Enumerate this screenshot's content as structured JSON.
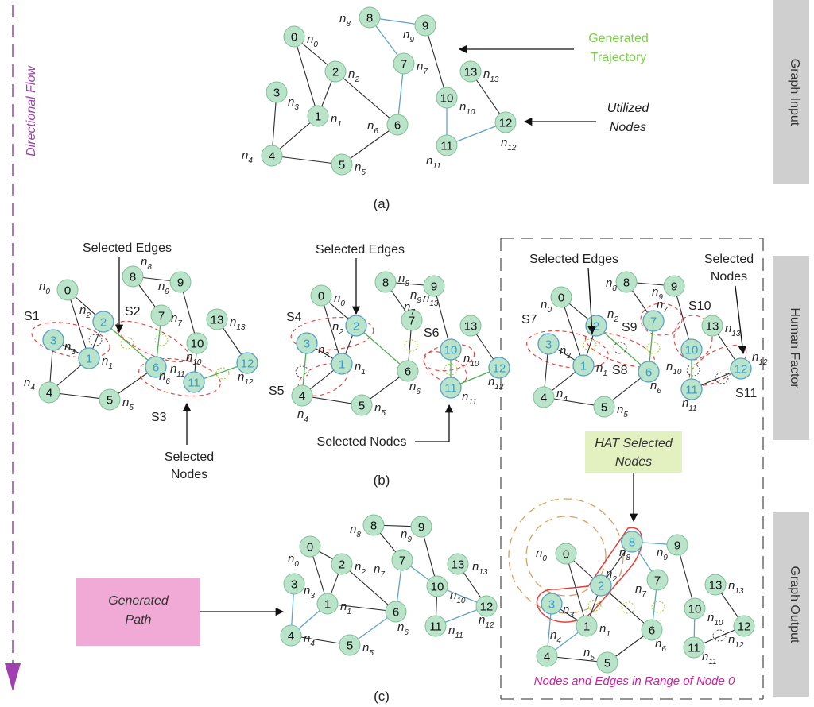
{
  "flow": {
    "label": "Directional Flow"
  },
  "side_labels": {
    "input": "Graph Input",
    "human": "Human Factor",
    "output": "Graph Output"
  },
  "captions": {
    "a": "(a)",
    "b": "(b)",
    "c": "(c)"
  },
  "panel_a": {
    "generated_trajectory_1": "Generated",
    "generated_trajectory_2": "Trajectory",
    "utilized_nodes_1": "Utilized",
    "utilized_nodes_2": "Nodes"
  },
  "panel_b": {
    "selected_edges": "Selected Edges",
    "selected_nodes_1": "Selected",
    "selected_nodes_2": "Nodes",
    "selected_nodes_inline": "Selected Nodes",
    "sets_left": [
      "S1",
      "S2",
      "S3"
    ],
    "sets_mid": [
      "S4",
      "S5",
      "S6"
    ],
    "sets_right": [
      "S7",
      "S8",
      "S9",
      "S10",
      "S11"
    ]
  },
  "panel_c": {
    "generated_path_1": "Generated",
    "generated_path_2": "Path",
    "hat_1": "HAT Selected",
    "hat_2": "Nodes",
    "range_note": "Nodes and Edges in Range of Node 0"
  },
  "colors": {
    "node_fill": "#b9e4c9",
    "trajectory_edge": "#5fa4c8",
    "selected_edge": "#4caf50",
    "selection_ellipse": "#e0403a",
    "flow": "#a040b0",
    "generated_label": "#7ccf4a",
    "hat_box": "#e3f0c0",
    "path_box": "#f1a9d6",
    "range_note": "#d020a0",
    "range_circle": "#d8a060",
    "side_box": "#cfcfcf"
  },
  "graph": {
    "nodes": [
      {
        "id": "0",
        "label": "n0"
      },
      {
        "id": "1",
        "label": "n1"
      },
      {
        "id": "2",
        "label": "n2"
      },
      {
        "id": "3",
        "label": "n3"
      },
      {
        "id": "4",
        "label": "n4"
      },
      {
        "id": "5",
        "label": "n5"
      },
      {
        "id": "6",
        "label": "n6"
      },
      {
        "id": "7",
        "label": "n7"
      },
      {
        "id": "8",
        "label": "n8"
      },
      {
        "id": "9",
        "label": "n9"
      },
      {
        "id": "10",
        "label": "n10"
      },
      {
        "id": "11",
        "label": "n11"
      },
      {
        "id": "12",
        "label": "n12"
      },
      {
        "id": "13",
        "label": "n13"
      }
    ]
  }
}
